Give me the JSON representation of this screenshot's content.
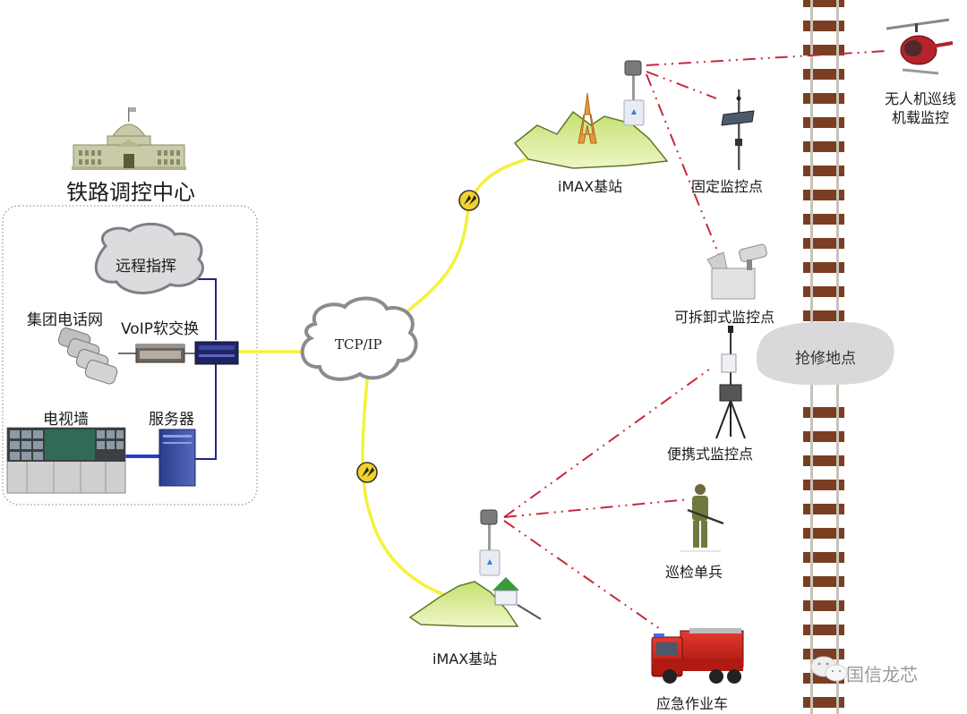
{
  "diagram": {
    "title": "Railway emergency communication network",
    "control_center": {
      "title": "铁路调控中心",
      "items": {
        "remote_command": "远程指挥",
        "group_phone_network": "集团电话网",
        "voip_softswitch": "VoIP软交换",
        "tv_wall": "电视墙",
        "server": "服务器"
      }
    },
    "core_network": {
      "label": "TCP/IP"
    },
    "base_stations": [
      {
        "label": "iMAX基站"
      },
      {
        "label": "iMAX基站"
      }
    ],
    "endpoints": {
      "fixed_monitor": "固定监控点",
      "drone": "无人机巡线\n机载监控",
      "drone_line1": "无人机巡线",
      "drone_line2": "机载监控",
      "detachable_monitor": "可拆卸式监控点",
      "portable_monitor": "便携式监控点",
      "patrol_soldier": "巡检单兵",
      "emergency_vehicle": "应急作业车"
    },
    "repair_site": {
      "label": "抢修地点"
    },
    "watermark": {
      "label": "国信龙芯"
    },
    "colors": {
      "fiber_link": "#f3f23a",
      "lan_link": "#23238a",
      "wireless_link": "#c8283a",
      "cloud_fill": "#d9d9db",
      "cloud_stroke": "#8a8c90",
      "rail_tie": "#7a3e22",
      "rail_steel": "#c8c1b6"
    }
  }
}
